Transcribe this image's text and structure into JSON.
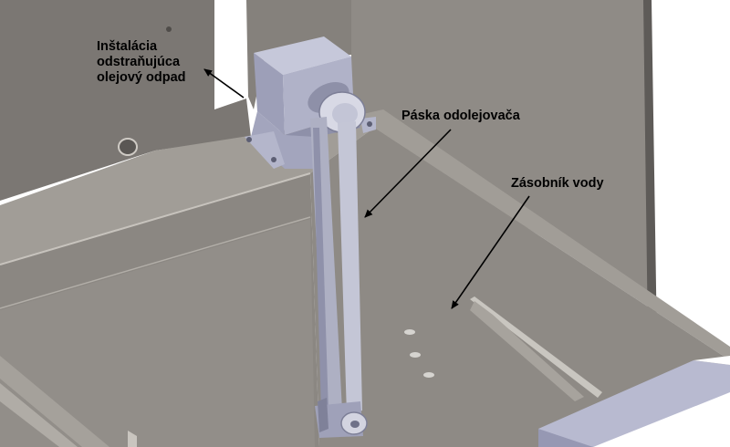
{
  "callouts": {
    "installation": {
      "lines": [
        "Inštalácia",
        "odstraňujúca",
        "olejový odpad"
      ]
    },
    "belt": {
      "text": "Páska odolejovača"
    },
    "tank": {
      "text": "Zásobník vody"
    }
  },
  "colors": {
    "wall_dark": "#7a7672",
    "wall_light": "#8e8a85",
    "panel": "#9a9690",
    "floor": "#8a8681",
    "motor": "#a9abc3",
    "belt": "#b4b5c6",
    "box": "#b7b9cf",
    "background": "#ffffff",
    "label": "#000000"
  },
  "icons": {
    "arrow": "arrow-head"
  }
}
